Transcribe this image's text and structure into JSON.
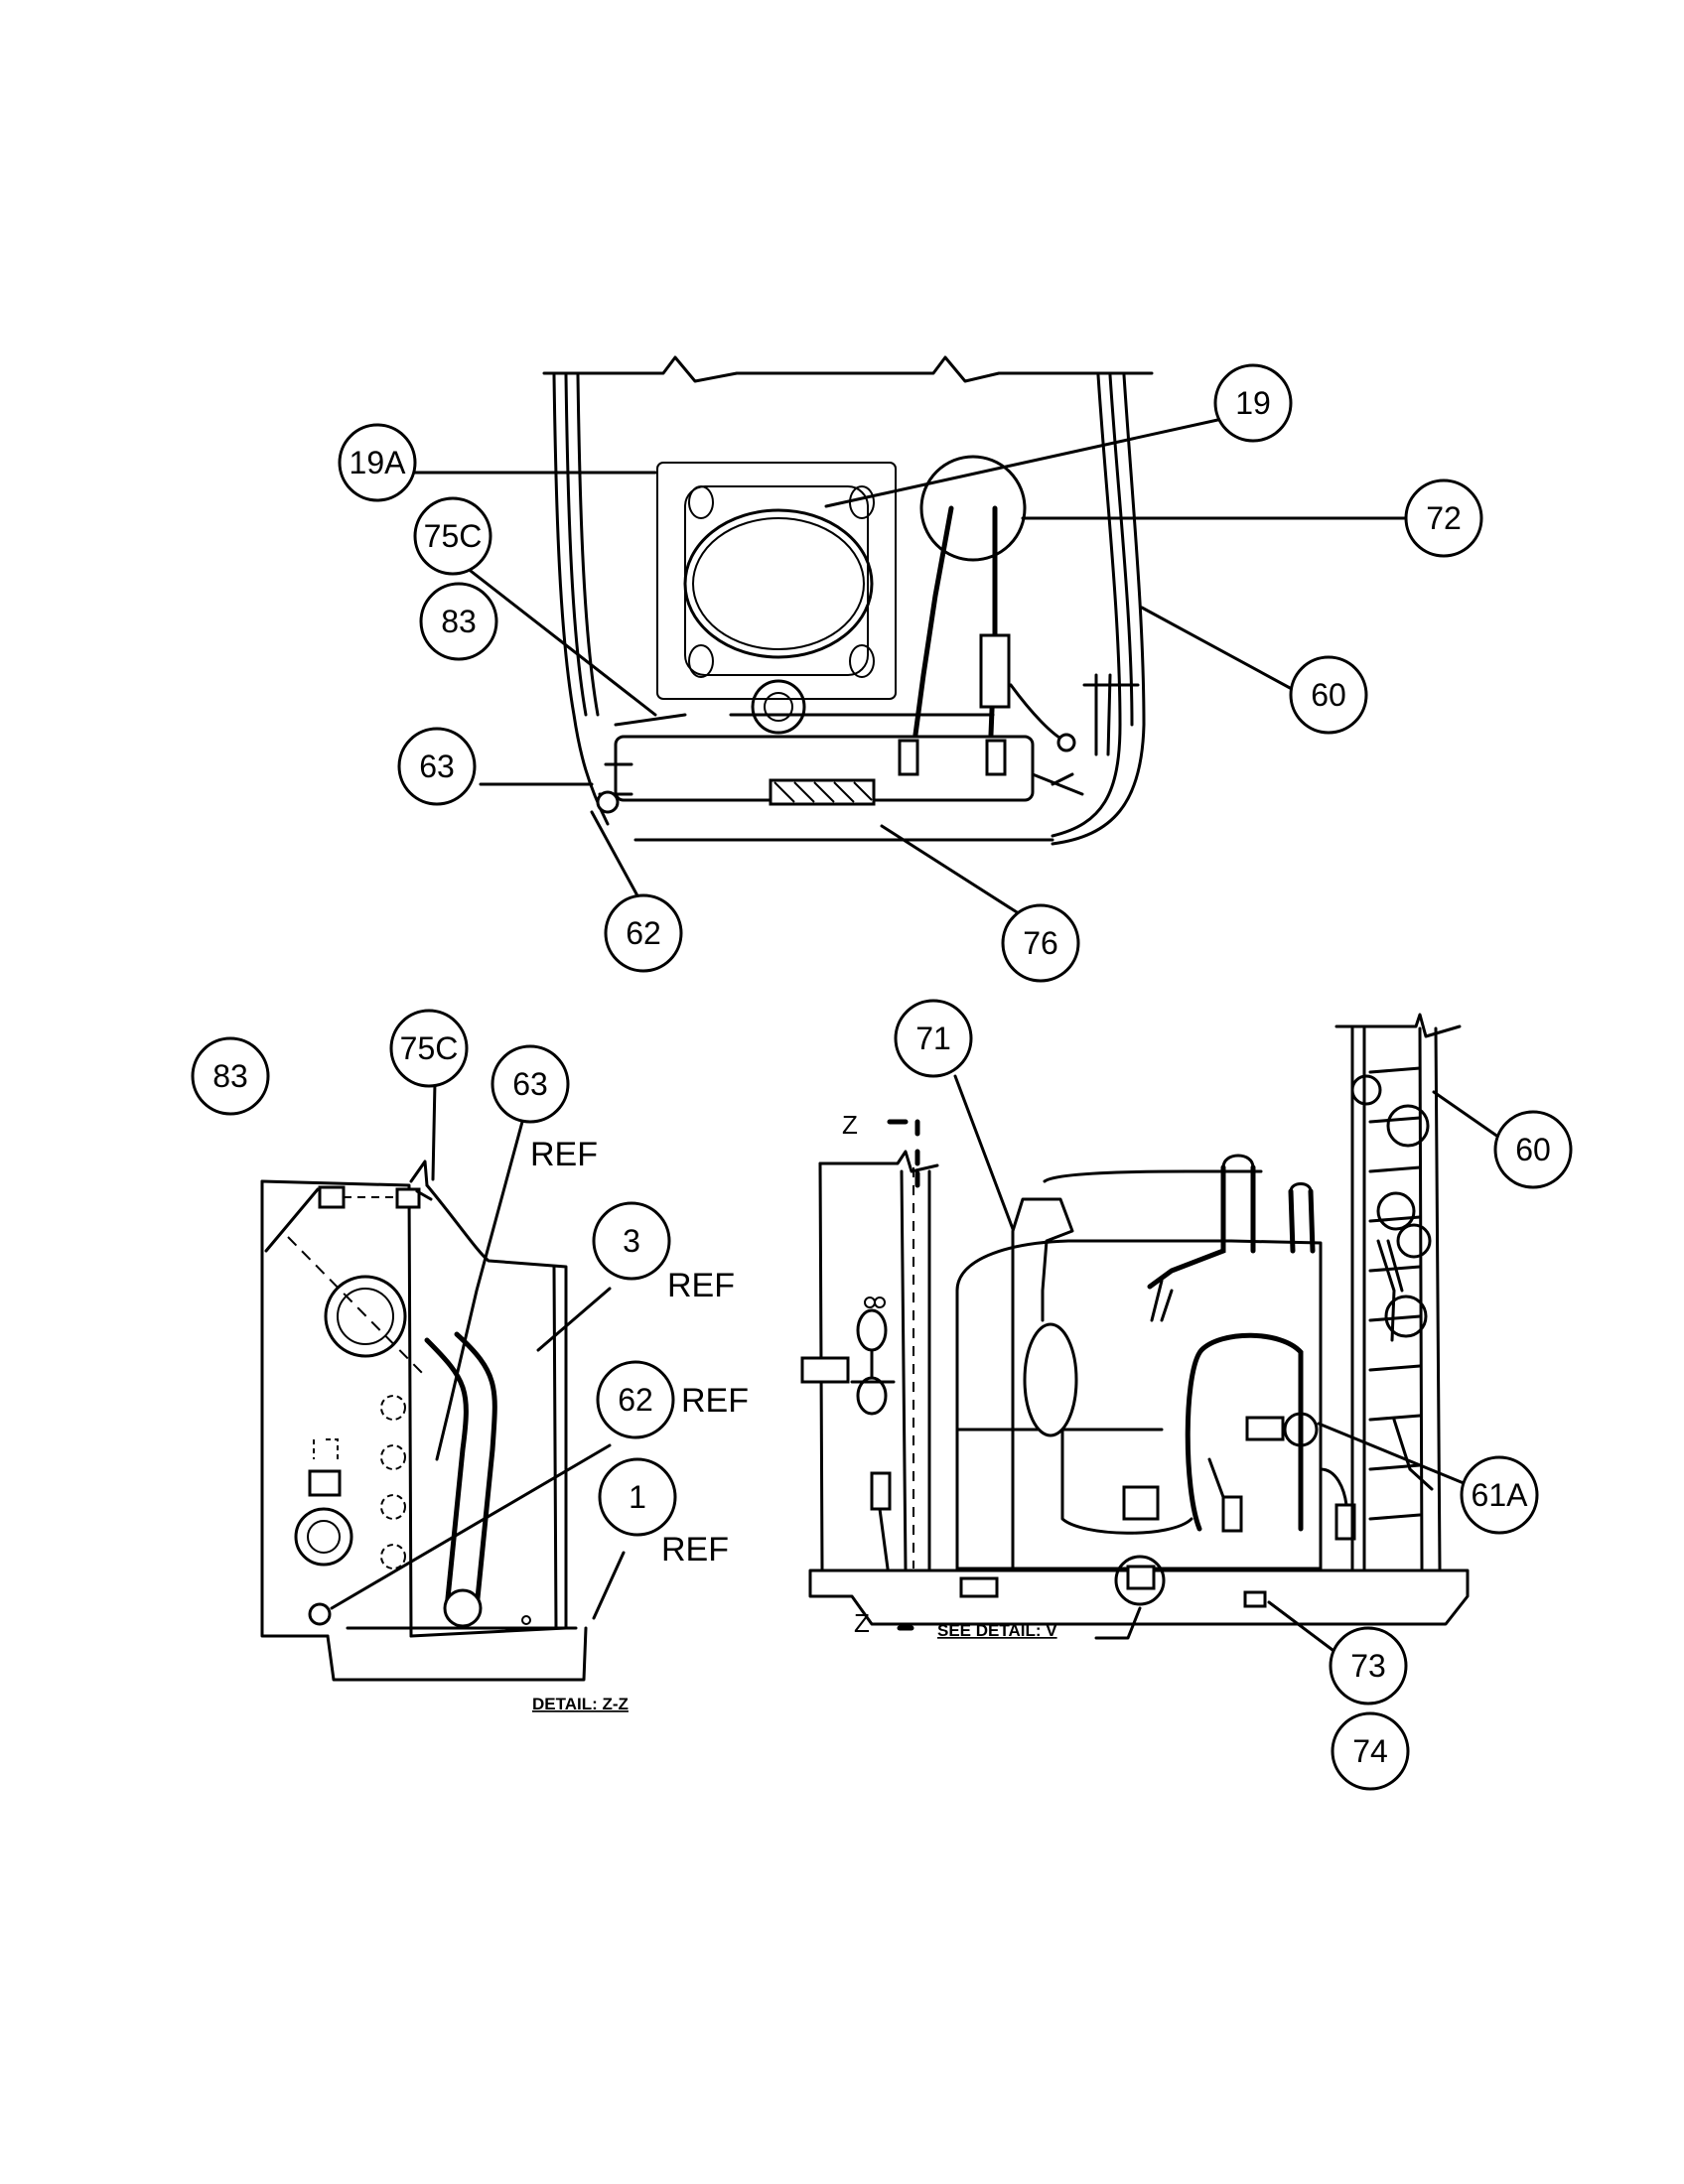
{
  "callouts": {
    "c19": "19",
    "c19a": "19A",
    "c72": "72",
    "c75c_top": "75C",
    "c83_top": "83",
    "c60_top": "60",
    "c63_top": "63",
    "c62_top": "62",
    "c76": "76",
    "c83_left": "83",
    "c75c_left": "75C",
    "c63_left": "63",
    "c3": "3",
    "c62_left": "62",
    "c1": "1",
    "c71": "71",
    "c60_right": "60",
    "c61a": "61A",
    "c73": "73",
    "c74": "74"
  },
  "labels": {
    "ref_63": "REF",
    "ref_3": "REF",
    "ref_62": "REF",
    "ref_1": "REF",
    "detail_zz": "DETAIL: Z-Z",
    "see_detail_v": "SEE DETAIL: V",
    "z_top": "Z",
    "z_bottom": "Z"
  }
}
